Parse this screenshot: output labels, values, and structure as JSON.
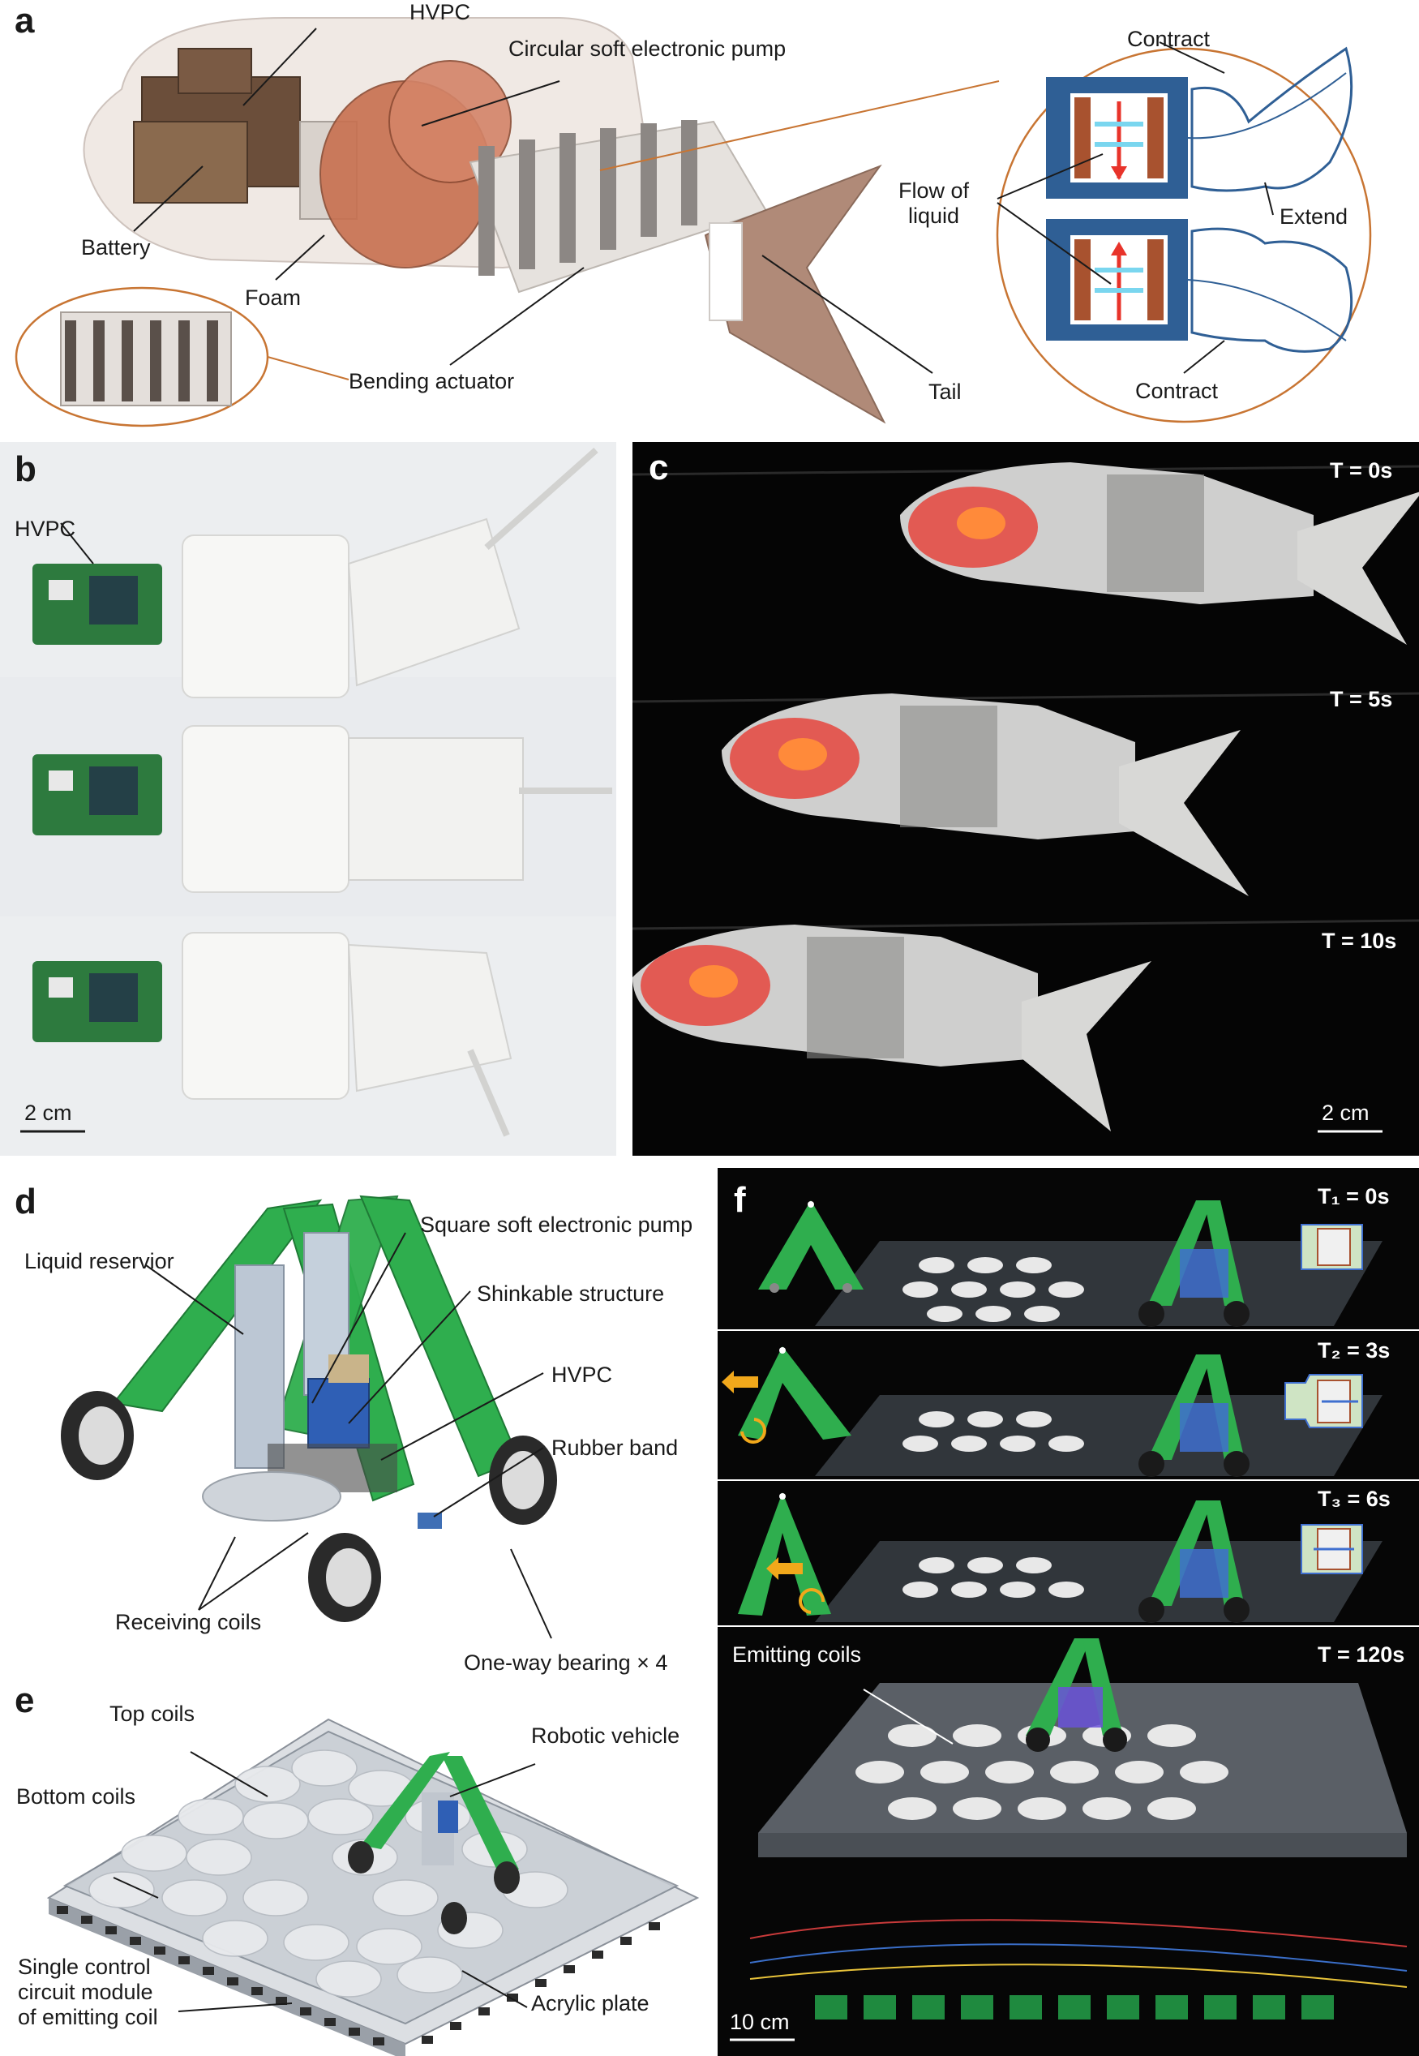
{
  "panels": {
    "a": {
      "letter": "a",
      "labels": {
        "hvpc": "HVPC",
        "pump": "Circular soft electronic pump",
        "battery": "Battery",
        "foam": "Foam",
        "bending": "Bending actuator",
        "tail": "Tail",
        "contract_top": "Contract",
        "flow": "Flow of\nliquid",
        "extend": "Extend",
        "contract_bottom": "Contract"
      }
    },
    "b": {
      "letter": "b",
      "hvpc": "HVPC",
      "scale": "2 cm"
    },
    "c": {
      "letter": "c",
      "t0": "T = 0s",
      "t5": "T = 5s",
      "t10": "T = 10s",
      "scale": "2 cm"
    },
    "d": {
      "letter": "d",
      "labels": {
        "square_pump": "Square soft electronic pump",
        "liquid_reservoir": "Liquid reservior",
        "shinkable": "Shinkable structure",
        "hvpc": "HVPC",
        "rubber_band": "Rubber band",
        "receiving_coils": "Receiving coils",
        "one_way": "One-way bearing × 4"
      }
    },
    "e": {
      "letter": "e",
      "labels": {
        "top_coils": "Top coils",
        "robotic_vehicle": "Robotic vehicle",
        "bottom_coils": "Bottom coils",
        "control_module": "Single control\ncircuit module\nof emitting coil",
        "acrylic_plate": "Acrylic plate"
      }
    },
    "f": {
      "letter": "f",
      "t1": "T₁ = 0s",
      "t2": "T₂ = 3s",
      "t3": "T₃ = 6s",
      "t120": "T = 120s",
      "emitting": "Emitting coils",
      "scale": "10 cm"
    }
  },
  "colors": {
    "green": "#2fae4e",
    "pump_orange": "#c8704f",
    "ring_orange": "#c87533",
    "pump_blue": "#2f5f95",
    "arrow_red": "#e8332a",
    "arrow_yellow": "#f1a81b"
  }
}
